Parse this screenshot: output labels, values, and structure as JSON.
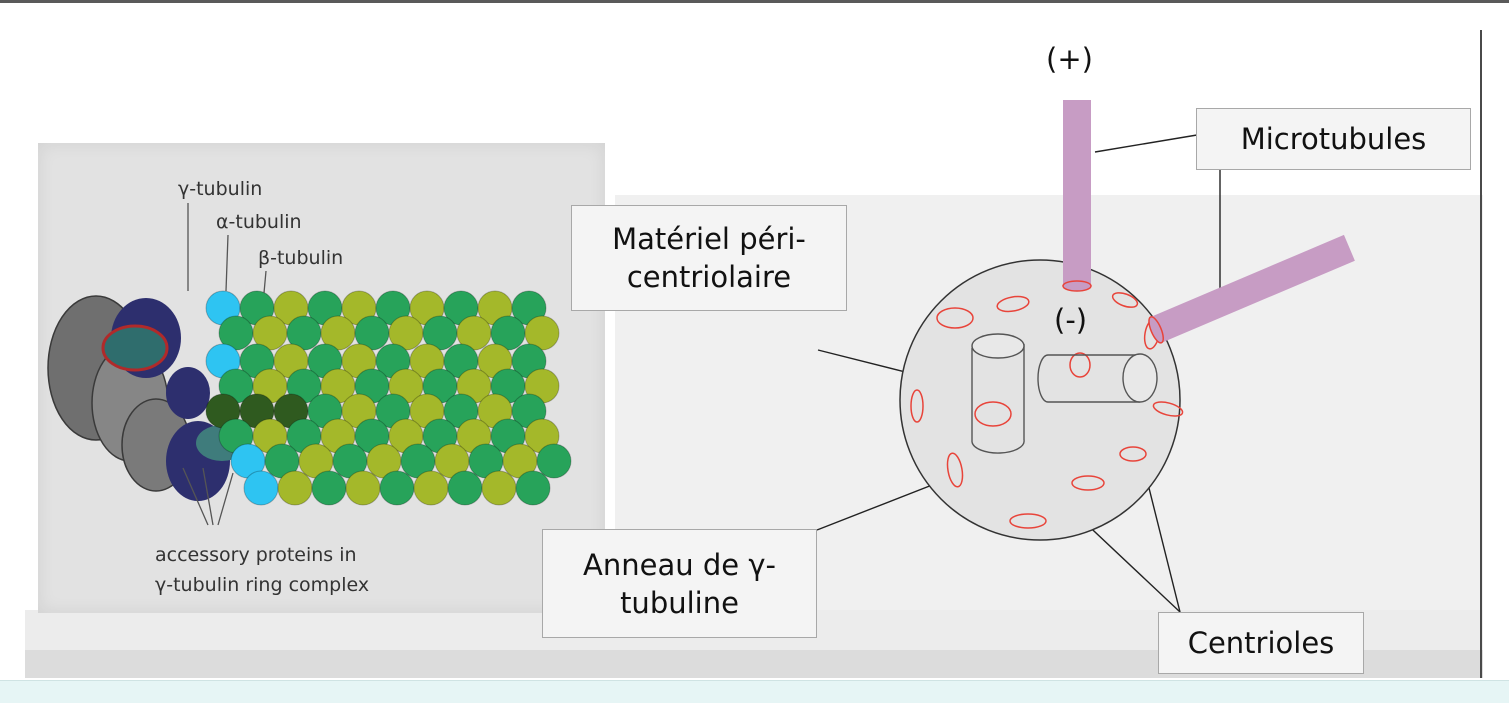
{
  "photo_labels": {
    "gamma": "γ-tubulin",
    "alpha": "α-tubulin",
    "beta": "β-tubulin",
    "accessory_line1": "accessory proteins in",
    "accessory_line2": "γ-tubulin ring complex"
  },
  "diagram": {
    "plus_end": "(+)",
    "minus_end": "(-)",
    "microtubules": "Microtubules",
    "pericentriolar": "Matériel péri-\ncentriolaire",
    "gamma_ring": "Anneau de γ-\ntubuline",
    "centrioles": "Centrioles"
  },
  "colors": {
    "microtubule": "#c79cc4",
    "ring_outline": "#e8443a",
    "alpha_tubulin": "#a4b82a",
    "beta_tubulin": "#27a35a",
    "gamma_tubulin": "#2ec4f2",
    "accessory": "#7d7d7d"
  }
}
